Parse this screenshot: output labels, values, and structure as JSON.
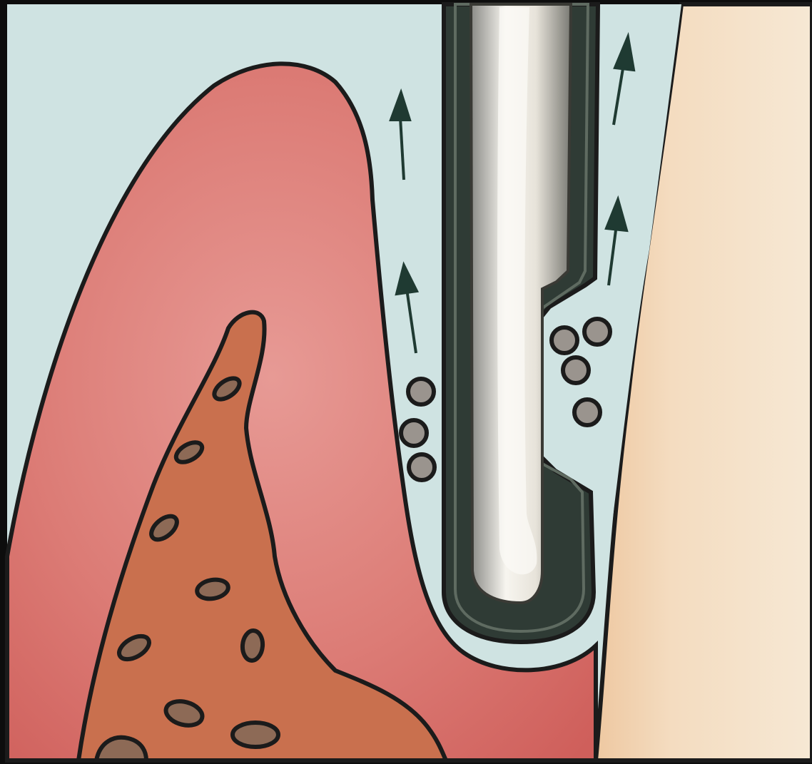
{
  "diagram": {
    "labels": [],
    "colors": {
      "background": "#cfe3e2",
      "gingiva": "#d86f6c",
      "bone": "#c9704e",
      "tooth": "#f1dcc0",
      "outline": "#1b1b1b",
      "instrument_shaft": "#f2efe8",
      "instrument_sheath": "#2f3b35",
      "debris": "#9a948e",
      "arrow": "#1f3a32"
    },
    "icons": [
      "instrument-probe",
      "flow-arrow",
      "debris-particle",
      "bone-lacuna"
    ]
  }
}
